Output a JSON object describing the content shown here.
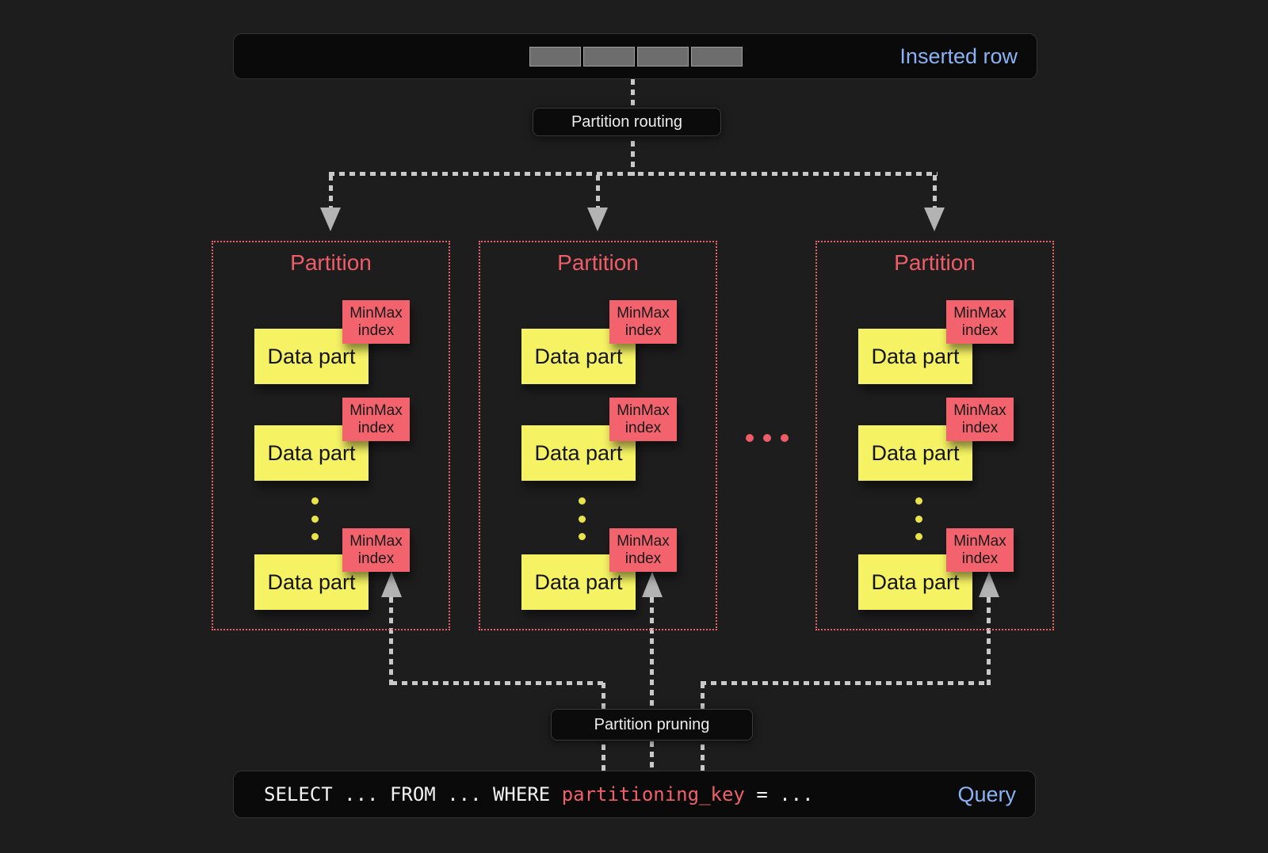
{
  "inserted_row_bar": {
    "label": "Inserted row",
    "segment_count": 4
  },
  "flow_labels": {
    "routing": "Partition routing",
    "pruning": "Partition pruning"
  },
  "partitions": [
    {
      "title": "Partition",
      "parts": [
        {
          "data_label": "Data part",
          "index_label": "MinMax index"
        },
        {
          "data_label": "Data part",
          "index_label": "MinMax index"
        },
        {
          "data_label": "Data part",
          "index_label": "MinMax index"
        }
      ]
    },
    {
      "title": "Partition",
      "parts": [
        {
          "data_label": "Data part",
          "index_label": "MinMax index"
        },
        {
          "data_label": "Data part",
          "index_label": "MinMax index"
        },
        {
          "data_label": "Data part",
          "index_label": "MinMax index"
        }
      ]
    },
    {
      "title": "Partition",
      "parts": [
        {
          "data_label": "Data part",
          "index_label": "MinMax index"
        },
        {
          "data_label": "Data part",
          "index_label": "MinMax index"
        },
        {
          "data_label": "Data part",
          "index_label": "MinMax index"
        }
      ]
    }
  ],
  "query_bar": {
    "sql_prefix": "SELECT ... FROM ... WHERE ",
    "sql_keyword": "partitioning_key",
    "sql_suffix": " = ...",
    "label": "Query"
  },
  "colors": {
    "background": "#1d1d1d",
    "panel_black": "#0b0b0b",
    "accent_blue": "#8ab2f4",
    "accent_red": "#ef5d68",
    "data_part_yellow": "#f5f263",
    "minmax_red": "#f2636d",
    "connector_gray": "#c9c9c9",
    "segment_gray": "#6d6d6d"
  }
}
